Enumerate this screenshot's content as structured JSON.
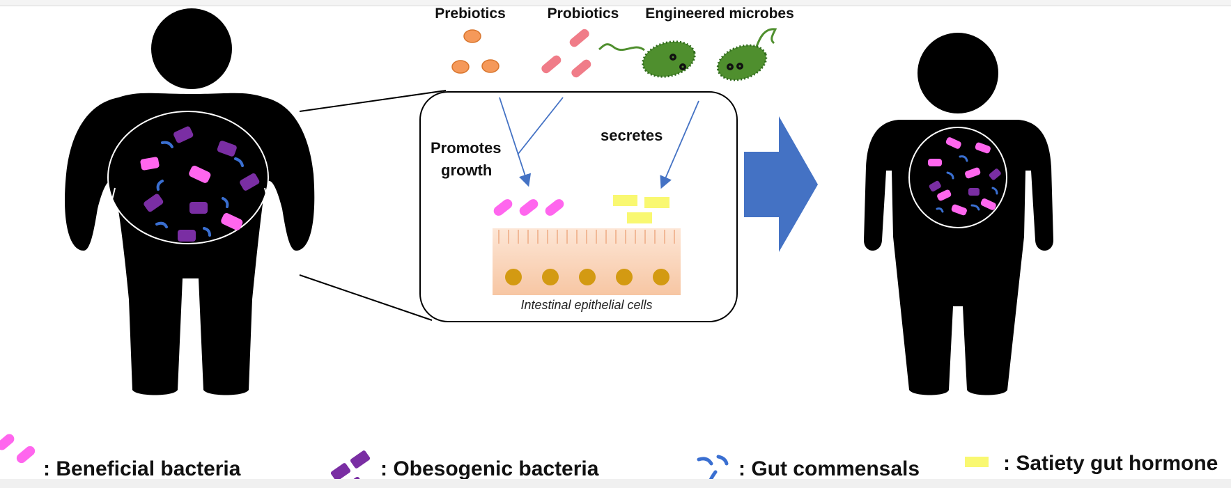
{
  "labels": {
    "prebiotics": "Prebiotics",
    "probiotics": "Probiotics",
    "engineered": "Engineered microbes",
    "promotes_1": "Promotes",
    "promotes_2": "growth",
    "secretes": "secretes",
    "epithelial": "Intestinal epithelial cells"
  },
  "legend": {
    "beneficial": ": Beneficial bacteria",
    "obesogenic": ": Obesogenic bacteria",
    "commensals": ": Gut commensals",
    "satiety": ": Satiety gut hormone"
  },
  "colors": {
    "silhouette": "#000000",
    "beneficial": "#ff66ee",
    "obesogenic": "#7a2ea3",
    "commensal": "#3a6fd1",
    "hormone": "#f9f871",
    "prebiotic": "#f5995a",
    "probiotic": "#f07c88",
    "microbe": "#4f8f2e",
    "arrow": "#4472c4",
    "epithelium": "#fbd8bf",
    "nucleus": "#d39a12"
  }
}
